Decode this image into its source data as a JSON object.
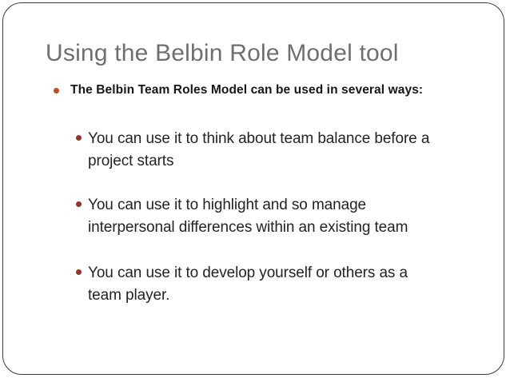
{
  "slide": {
    "title": "Using the Belbin Role Model tool",
    "bullets": {
      "level1": {
        "text": "The Belbin Team Roles Model can be used in several ways:"
      },
      "level2": [
        {
          "line1": "You can use it to think about team balance before a",
          "line2": "project starts"
        },
        {
          "line1": "You can use it to highlight and so manage",
          "line2": "interpersonal differences within an existing team"
        },
        {
          "line1": "You can use it to develop yourself or others as a",
          "line2": "team player."
        }
      ]
    }
  },
  "colors": {
    "background": "#ffffff",
    "frame-border": "#3c3c3c",
    "title-text": "#6f6f6f",
    "body-strong": "#161616",
    "body-text": "#232323",
    "bullet-level1": "#c8491a",
    "bullet-level2": "#9b3223"
  }
}
